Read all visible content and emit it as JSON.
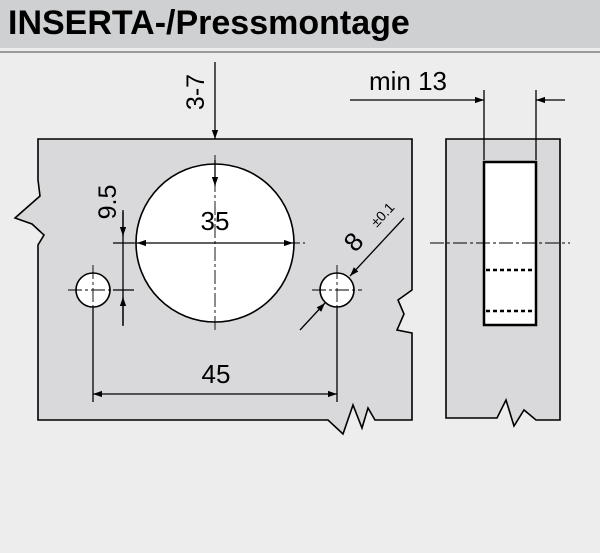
{
  "header": {
    "title": "INSERTA-/Pressmontage"
  },
  "dimensions": {
    "depth_range": "3-7",
    "min_thickness": "min 13",
    "edge_offset": "9.5",
    "cup_diameter": "35",
    "pin_diameter": "8",
    "pin_tolerance": "±0.1",
    "pin_spacing": "45"
  },
  "colors": {
    "panel": "#d9d9db",
    "background": "#ededed",
    "header": "#cfd0d2",
    "insert": "#ffffff"
  }
}
